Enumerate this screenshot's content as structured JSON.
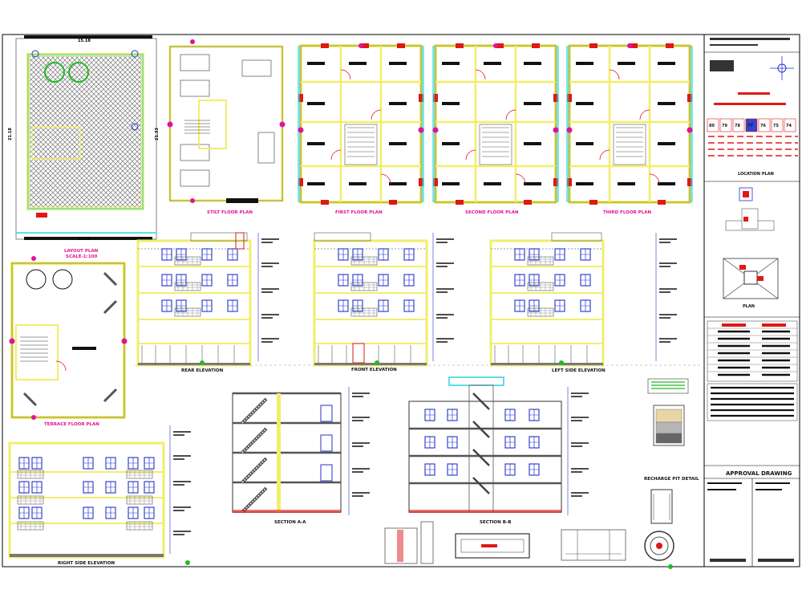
{
  "drawing": {
    "title_block": {
      "approval": "APPROVAL DRAWING",
      "site_plan": "LOCATION PLAN",
      "footing_plan": "PLAN"
    },
    "dims": {
      "width": "15.18",
      "depth": "21.18",
      "depth_right": "21.33"
    },
    "labels": {
      "layout": "LAYOUT PLAN",
      "layout_scale": "SCALE-1:100",
      "stilt": "STILT FLOOR PLAN",
      "first": "FIRST FLOOR PLAN",
      "second": "SECOND FLOOR PLAN",
      "third": "THIRD FLOOR PLAN",
      "terrace": "TERRACE FLOOR PLAN",
      "rear_elev": "REAR ELEVATION",
      "front_elev": "FRONT ELEVATION",
      "left_elev": "LEFT SIDE ELEVATION",
      "right_elev": "RIGHT SIDE ELEVATION",
      "section_aa": "SECTION A-A",
      "section_bb": "SECTION B-B",
      "recharge": "RECHARGE PIT DETAIL"
    },
    "colors": {
      "wall": "#f2ee6a",
      "border": "#000000",
      "label": "#e0139a",
      "window": "#2233cc",
      "accent": "#e01818",
      "cyan": "#2ad3e0",
      "green": "#22bb22"
    },
    "site_plots": [
      "80",
      "79",
      "78",
      "77",
      "76",
      "75",
      "74"
    ]
  }
}
